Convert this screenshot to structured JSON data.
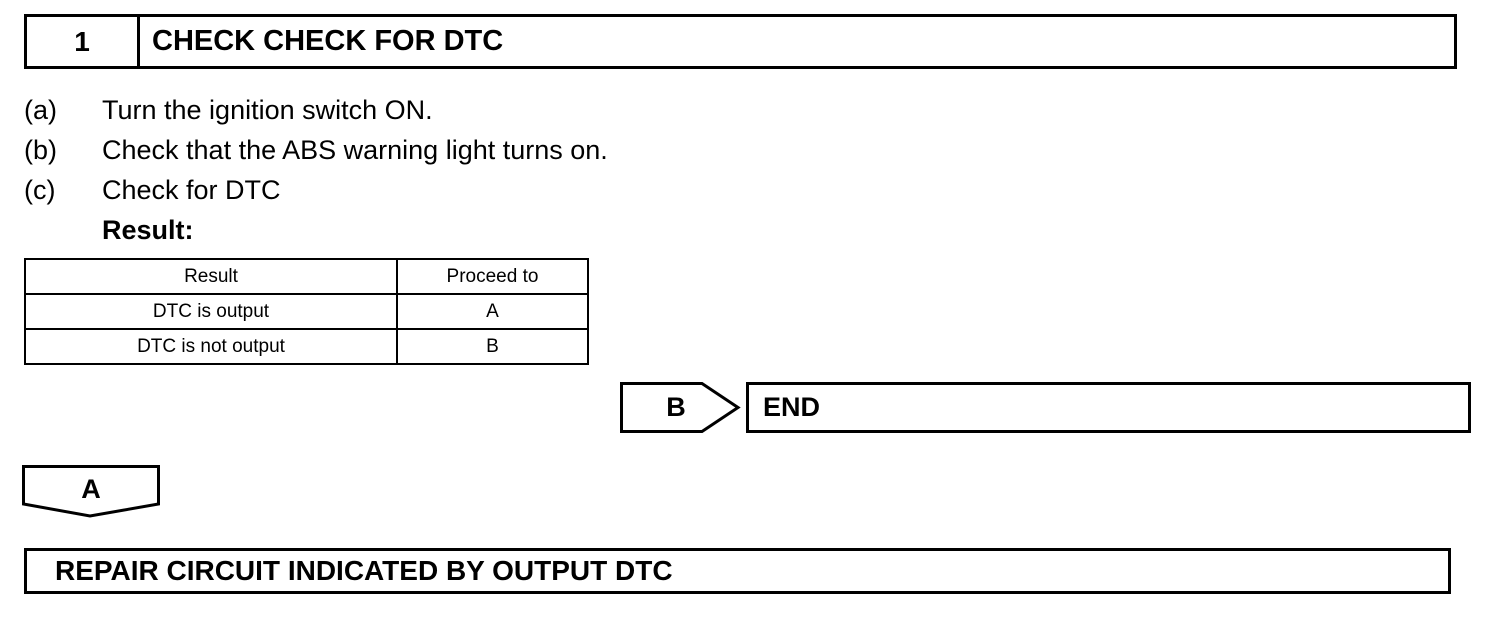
{
  "step": {
    "number": "1",
    "title": "CHECK CHECK FOR DTC"
  },
  "instructions": [
    {
      "label": "(a)",
      "text": "Turn the ignition switch ON."
    },
    {
      "label": "(b)",
      "text": "Check that the ABS warning light turns on."
    },
    {
      "label": "(c)",
      "text": "Check for DTC"
    }
  ],
  "result_heading": "Result:",
  "result_table": {
    "headers": [
      "Result",
      "Proceed to"
    ],
    "rows": [
      [
        "DTC is output",
        "A"
      ],
      [
        "DTC is not output",
        "B"
      ]
    ]
  },
  "branch_b": {
    "label": "B",
    "target": "END"
  },
  "branch_a": {
    "label": "A"
  },
  "final_step": "REPAIR CIRCUIT INDICATED BY OUTPUT DTC"
}
